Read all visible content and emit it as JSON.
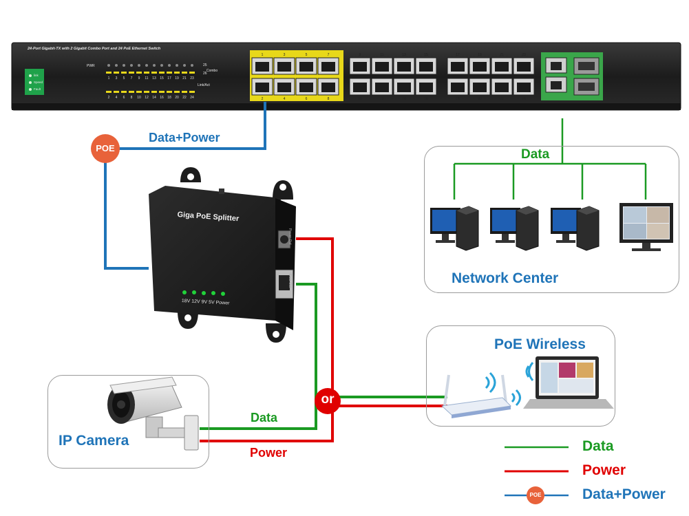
{
  "switch": {
    "title": "24-Port Gigabit-TX with 2 Gigabit Combo Port and 24 PoE Ethernet Switch",
    "pwr_label": "PWR",
    "combo_label": "Combo",
    "link_label": "Link/Act",
    "port_25": "25",
    "port_26": "26",
    "indicators": [
      "link",
      "Speed",
      "Fault"
    ],
    "led_numbers_top": [
      "1",
      "3",
      "5",
      "7",
      "9",
      "11",
      "13",
      "15",
      "17",
      "19",
      "21",
      "23"
    ],
    "led_numbers_bottom": [
      "2",
      "4",
      "6",
      "8",
      "10",
      "12",
      "14",
      "16",
      "18",
      "20",
      "22",
      "24"
    ],
    "port_numbers_top": [
      "1",
      "3",
      "5",
      "7",
      "9",
      "11",
      "13",
      "15",
      "17",
      "19",
      "21",
      "23"
    ],
    "port_numbers_bottom": [
      "2",
      "4",
      "6",
      "8",
      "10",
      "12",
      "14",
      "16",
      "18",
      "20",
      "22",
      "24"
    ]
  },
  "splitter": {
    "title": "Giga PoE Splitter",
    "port_power_out": "Power Out",
    "port_data_out": "Data Out",
    "voltage_labels": "18V 12V  9V  5V Power"
  },
  "labels": {
    "poe_badge": "POE",
    "data_power": "Data+Power",
    "data_network": "Data",
    "network_center": "Network Center",
    "poe_wireless": "PoE Wireless",
    "ip_camera": "IP Camera",
    "or_badge": "or",
    "data_camera": "Data",
    "power_camera": "Power"
  },
  "legend": {
    "items": [
      {
        "label": "Data",
        "color": "#1a9a22"
      },
      {
        "label": "Power",
        "color": "#e00000"
      },
      {
        "label": "Data+Power",
        "color": "#1f74b8",
        "badge": "POE"
      }
    ]
  },
  "colors": {
    "data": "#1a9a22",
    "power": "#e00000",
    "data_power": "#1f74b8",
    "poe_badge": "#e8623a",
    "port_highlight": "#e8d81a",
    "uplink_highlight": "#3aa64a"
  },
  "icons": [
    "poe-switch",
    "poe-splitter",
    "desktop-computer-icon",
    "monitor-icon",
    "wifi-router-icon",
    "laptop-icon",
    "ip-camera-icon"
  ]
}
